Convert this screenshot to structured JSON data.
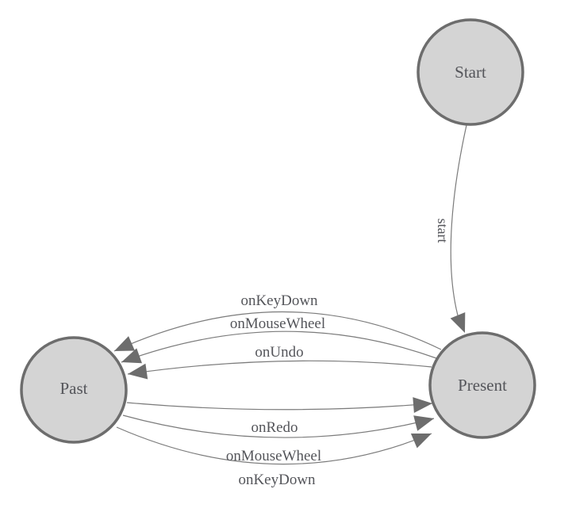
{
  "diagram": {
    "type": "state-machine",
    "nodes": [
      {
        "id": "start",
        "label": "Start"
      },
      {
        "id": "past",
        "label": "Past"
      },
      {
        "id": "present",
        "label": "Present"
      }
    ],
    "edges": [
      {
        "from": "Start",
        "to": "Present",
        "label": "start",
        "label_rotation_deg": 90
      },
      {
        "from": "Present",
        "to": "Past",
        "label": "onKeyDown"
      },
      {
        "from": "Present",
        "to": "Past",
        "label": "onMouseWheel"
      },
      {
        "from": "Present",
        "to": "Past",
        "label": "onUndo"
      },
      {
        "from": "Past",
        "to": "Present",
        "label": "onRedo"
      },
      {
        "from": "Past",
        "to": "Present",
        "label": "onMouseWheel"
      },
      {
        "from": "Past",
        "to": "Present",
        "label": "onKeyDown"
      }
    ],
    "colors": {
      "background": "#ffffff",
      "node_fill": "#d4d4d4",
      "node_stroke": "#6d6d6d",
      "edge_stroke": "#7b7b7b",
      "arrowhead_fill": "#6d6d6d",
      "label_text": "#54555a"
    }
  }
}
